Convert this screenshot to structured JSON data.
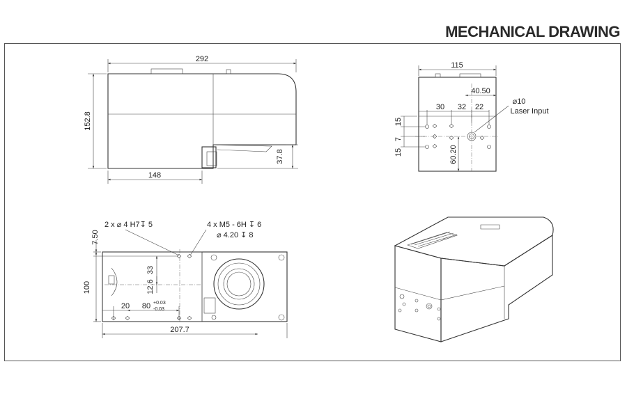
{
  "title": "MECHANICAL DRAWING",
  "side_view": {
    "overall_length": "292",
    "height": "152.8",
    "base_length": "148",
    "output_height": "37.8"
  },
  "end_view": {
    "width": "115",
    "offset": "40.50",
    "spacing_a": "30",
    "spacing_b": "32",
    "spacing_c": "22",
    "aperture": "10",
    "aperture_label": "Laser Input",
    "v_offset_top": "15",
    "v_offset_mid": "7",
    "v_offset_bot": "15",
    "center_height": "60.20"
  },
  "bottom_view": {
    "pin_callout": "2 x ⌀ 4 H7↧ 5",
    "thread_callout": "4 x  M5 - 6H ↧ 6",
    "drill_callout": "⌀  4.20 ↧ 8",
    "top_offset": "7.50",
    "hole_spacing": "33",
    "center_offset": "12.6",
    "width": "100",
    "x_offset": "20",
    "pin_spacing": "80",
    "tol_plus": "+0.03",
    "tol_minus": "-0.03",
    "overall_length": "207.7"
  },
  "isometric_view": {}
}
